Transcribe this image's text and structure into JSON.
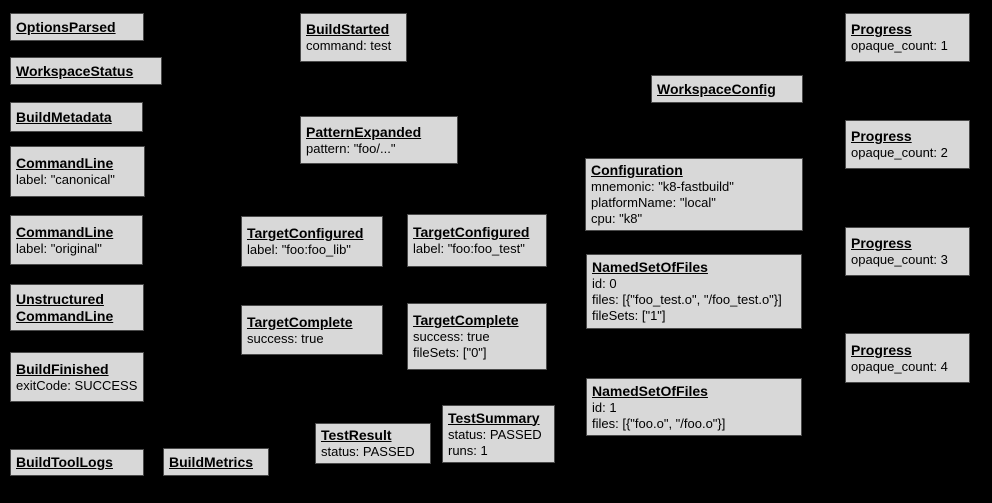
{
  "diagram": {
    "background_color": "#000000",
    "node_fill_color": "#d8d8d8",
    "node_border_color": "#4a4a4a",
    "node_text_color": "#000000"
  },
  "nodes": [
    {
      "title": "OptionsParsed",
      "lines": []
    },
    {
      "title": "WorkspaceStatus",
      "lines": []
    },
    {
      "title": "BuildMetadata",
      "lines": []
    },
    {
      "title": "CommandLine",
      "lines": [
        "label: \"canonical\""
      ]
    },
    {
      "title": "CommandLine",
      "lines": [
        "label: \"original\""
      ]
    },
    {
      "title": "Unstructured\nCommandLine",
      "lines": []
    },
    {
      "title": "BuildFinished",
      "lines": [
        "exitCode: SUCCESS"
      ]
    },
    {
      "title": "BuildToolLogs",
      "lines": []
    },
    {
      "title": "BuildMetrics",
      "lines": []
    },
    {
      "title": "BuildStarted",
      "lines": [
        "command: test"
      ]
    },
    {
      "title": "PatternExpanded",
      "lines": [
        "pattern: \"foo/...\""
      ]
    },
    {
      "title": "TargetConfigured",
      "lines": [
        "label: \"foo:foo_lib\""
      ]
    },
    {
      "title": "TargetConfigured",
      "lines": [
        "label: \"foo:foo_test\""
      ]
    },
    {
      "title": "TargetComplete",
      "lines": [
        "success: true"
      ]
    },
    {
      "title": "TargetComplete",
      "lines": [
        "success: true",
        "fileSets: [\"0\"]"
      ]
    },
    {
      "title": "TestResult",
      "lines": [
        "status: PASSED"
      ]
    },
    {
      "title": "TestSummary",
      "lines": [
        "status: PASSED",
        "runs: 1"
      ]
    },
    {
      "title": "WorkspaceConfig",
      "lines": []
    },
    {
      "title": "Configuration",
      "lines": [
        "mnemonic: \"k8-fastbuild\"",
        "platformName: \"local\"",
        "cpu: \"k8\""
      ]
    },
    {
      "title": "NamedSetOfFiles",
      "lines": [
        "id: 0",
        "files: [{\"foo_test.o\", \"/foo_test.o\"}]",
        "fileSets: [\"1\"]"
      ]
    },
    {
      "title": "NamedSetOfFiles",
      "lines": [
        "id: 1",
        "files: [{\"foo.o\", \"/foo.o\"}]"
      ]
    },
    {
      "title": "Progress",
      "lines": [
        "opaque_count: 1"
      ]
    },
    {
      "title": "Progress",
      "lines": [
        "opaque_count: 2"
      ]
    },
    {
      "title": "Progress",
      "lines": [
        "opaque_count: 3"
      ]
    },
    {
      "title": "Progress",
      "lines": [
        "opaque_count: 4"
      ]
    }
  ]
}
